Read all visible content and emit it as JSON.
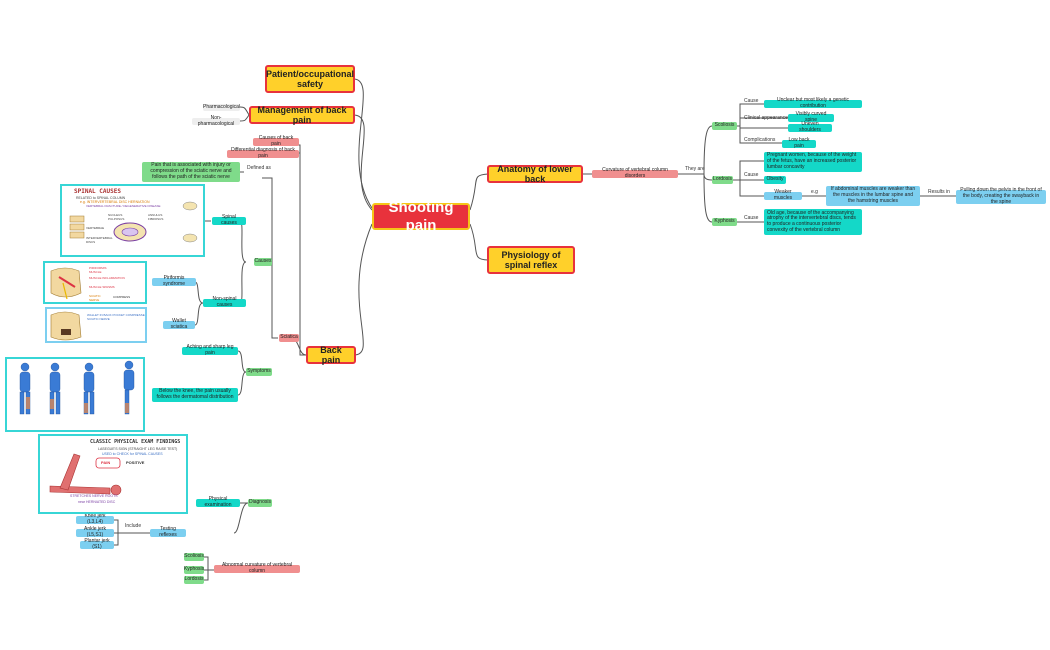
{
  "central": "Shooting pain",
  "main": {
    "patient_safety": "Patient/occupational safety",
    "management": "Management of back pain",
    "back_pain": "Back pain",
    "anatomy": "Anatomy of lower back",
    "physiology": "Physiology of spinal reflex"
  },
  "management": {
    "pharm": "Pharmacological",
    "nonpharm": "Non-pharmacological"
  },
  "back": {
    "causes_back_pain": "Causes of back pain",
    "differential": "Differential diagnosis of back pain",
    "sciatica": "Sciatica",
    "abnormal": "Abnormal curvature of vertebral column"
  },
  "sciatica": {
    "defined_as": "Defined as",
    "definition": "Pain that is associated with injury or compression of the sciatic nerve and follows the path of the sciatic nerve",
    "causes": "Causes",
    "spinal_causes": "Spinal causes",
    "non_spinal": "Non-spinal causes",
    "piriformis": "Piriformis syndrome",
    "wallet": "Wallet sciatica",
    "symptoms": "Symptoms",
    "aching": "Aching and sharp leg pain",
    "below_knee": "Below the knee, the pain usually follows the dermatomal distribution",
    "diagnosis": "Diagnosis",
    "physical_exam": "Physical examination",
    "testing_reflexes": "Testing reflexes",
    "include": "Include",
    "knee_jerk": "Knee jerk (L3,L4)",
    "ankle_jerk": "Ankle jerk (L5,S1)",
    "plantar": "Plantar jerk (S1)"
  },
  "abnormal": {
    "scoliosis": "Scoliosis",
    "kyphosis": "Kyphosis",
    "lordosis": "Lordosis"
  },
  "anatomy": {
    "curvature": "Curvature of vertebral column disorders",
    "they_are": "They are",
    "scoliosis": "Scoliosis",
    "kyphosis": "Kyphosis",
    "lordosis": "Lordosis",
    "cause": "Cause",
    "clinical": "Clinical appearance",
    "complications": "Complications",
    "scol_cause": "Unclear but most likely a genetic contribution",
    "curved_spine": "Visibly curved spine",
    "uneven_shoulders": "Uneven shoulders",
    "low_back_pain": "Low back pain",
    "pregnant": "Pregnant women, because of the weight of the fetus, have an increased posterior lumbar concavity",
    "obesity": "Obesity",
    "weak_muscles": "Weaker muscles",
    "eg": "e.g",
    "if_weaker": "If abdominal muscles are weaker than the muscles in the lumbar spine and the hamstring muscles",
    "results_in": "Results in",
    "pelvis": "Pulling down the pelvis in the front of the body, creating the swayback in the spine",
    "kyph_cause": "Old age, because of the accompanying atrophy of the intervertebral discs, tends to produce a continuous posterior convexity of the vertebral column"
  },
  "images": {
    "spinal_title": "SPINAL CAUSES",
    "spinal_sub1": "RELATED to SPINAL COLUMN",
    "spinal_sub2": "e.g. INTERVERTEBRAL DISC HERNIATION",
    "spinal_sub3": "VERTEBRAL FRACTURE / DEGENERATIVE DISEASE",
    "nucleus": "NUCLEUS PULPOSUS",
    "annulus": "ANNULUS FIBROSUS",
    "vertebrae": "VERTEBRAE",
    "discs": "INTERVERTEBRAL DISCS",
    "piri1": "PIRIFORMIS MUSCLE",
    "piri2": "MUSCLE INFLAMMATION",
    "piri3": "MUSCLE SPASMS",
    "piri4": "SCIATIC NERVE",
    "piri5": "COMPRESS",
    "wallet_note": "WALLET IN BACK POCKET COMPRESSES SCIATIC NERVE",
    "exam_title": "CLASSIC PHYSICAL EXAM FINDINGS",
    "exam_sub": "LASEGUE'S SIGN (STRAIGHT LEG RAISE TEST)",
    "exam_sub2": "USED to CHECK for SPINAL CAUSES",
    "exam_positive": "POSITIVE",
    "exam_pain": "PAIN",
    "exam_note1": "STRETCHES NERVE ROOTS",
    "exam_note2": "near HERNIATED DISC"
  },
  "colors": {
    "central": "#e8323c",
    "main": "#ffd02a",
    "pink": "#f08f8f",
    "teal": "#14d8c8",
    "green": "#7fdb8a",
    "blue": "#7ccff0",
    "line": "#555555"
  }
}
